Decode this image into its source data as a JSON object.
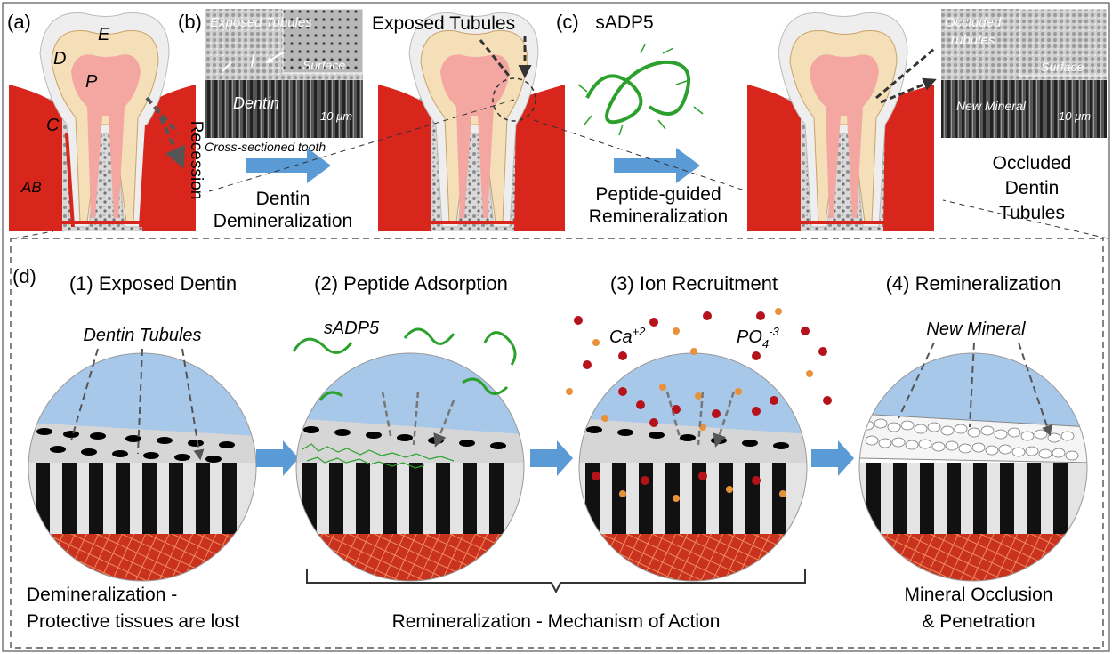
{
  "panel_a": {
    "label": "(a)",
    "layers": {
      "enamel": "E",
      "dentin": "D",
      "pulp": "P",
      "cementum": "C",
      "alveolar_bone": "AB"
    },
    "recession": "Recession"
  },
  "panel_b": {
    "label": "(b)",
    "sem_exposed_tubules": "Exposed Tubules",
    "sem_surface": "Surface",
    "sem_dentin": "Dentin",
    "sem_scale": "10 μm",
    "cross_section": "Cross-sectioned tooth",
    "exposed_tubules": "Exposed Tubules",
    "arrow_line1": "Dentin",
    "arrow_line2": "Demineralization"
  },
  "panel_c": {
    "label": "(c)",
    "peptide": "sADP5",
    "arrow_line1": "Peptide-guided",
    "arrow_line2": "Remineralization",
    "sem_occluded_line1": "Occluded",
    "sem_occluded_line2": "Tubules",
    "sem_surface": "Surface",
    "sem_new_mineral": "New Mineral",
    "sem_scale": "10 μm",
    "result_line1": "Occluded",
    "result_line2": "Dentin",
    "result_line3": "Tubules"
  },
  "panel_d": {
    "label": "(d)",
    "steps": [
      {
        "title": "(1) Exposed Dentin",
        "annotation": "Dentin Tubules"
      },
      {
        "title": "(2) Peptide Adsorption",
        "annotation": "sADP5"
      },
      {
        "title": "(3) Ion Recruitment",
        "annotation_ca": "Ca",
        "annotation_ca_sup": "+2",
        "annotation_po": "PO",
        "annotation_po_sub": "4",
        "annotation_po_sup": "-3"
      },
      {
        "title": "(4) Remineralization",
        "annotation": "New Mineral"
      }
    ],
    "caption_left_line1": "Demineralization -",
    "caption_left_line2": "Protective tissues are lost",
    "caption_middle": "Remineralization - Mechanism of Action",
    "caption_right_line1": "Mineral Occlusion",
    "caption_right_line2": "& Penetration"
  },
  "colors": {
    "arrow_blue": "#5b9bd5",
    "gum_red": "#d9261c",
    "pulp_pink": "#f3a7a0",
    "enamel": "#eeeeee",
    "dentin": "#f4dfb8",
    "fluid_blue": "#a8c8ea",
    "peptide_green": "#2ca02c",
    "calcium_red": "#b5121b",
    "phosphate_orange": "#e8913a"
  }
}
